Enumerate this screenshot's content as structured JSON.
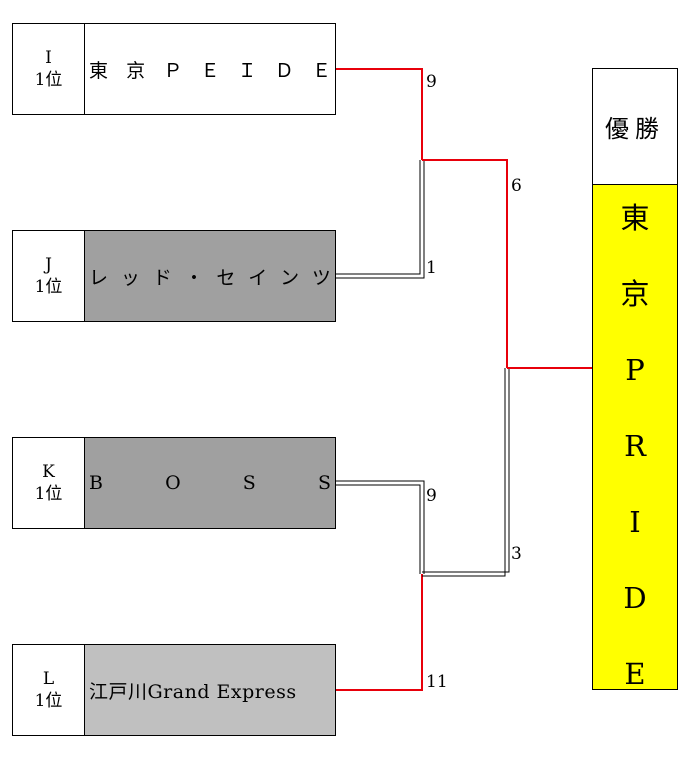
{
  "colors": {
    "winner_path": "#e8000b",
    "loser_box": "#a0a0a0",
    "loser_box_light": "#c0c0c0",
    "champion_bg": "#ffff00"
  },
  "teams": [
    {
      "group": "I",
      "rank": "1位",
      "name_chars": [
        "東",
        "京",
        "Ｐ",
        "Ｅ",
        "Ｉ",
        "Ｄ",
        "Ｅ"
      ],
      "status": "winner"
    },
    {
      "group": "J",
      "rank": "1位",
      "name_chars": [
        "レ",
        "ッ",
        "ド",
        "・",
        "セ",
        "イ",
        "ン",
        "ツ"
      ],
      "status": "loser"
    },
    {
      "group": "K",
      "rank": "1位",
      "name_chars": [
        "B",
        "O",
        "S",
        "S"
      ],
      "status": "loser"
    },
    {
      "group": "L",
      "rank": "1位",
      "name": "江戸川Grand Express",
      "status": "loser"
    }
  ],
  "scores": {
    "match1_top": "9",
    "match1_bottom": "1",
    "match2_top": "9",
    "match2_bottom": "11",
    "final_top": "6",
    "final_bottom": "3"
  },
  "champion": {
    "label": "優勝",
    "name_chars": [
      "東",
      "京",
      "P",
      "R",
      "I",
      "D",
      "E"
    ]
  }
}
